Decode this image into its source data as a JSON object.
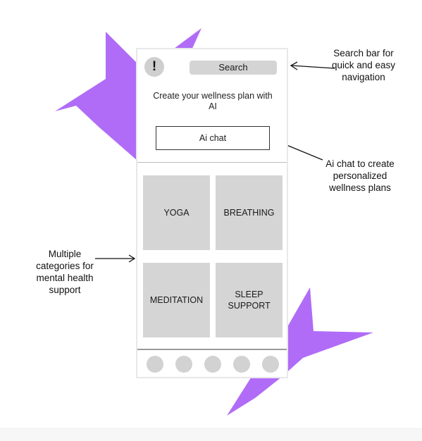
{
  "phone": {
    "alert_icon": "!",
    "search_label": "Search",
    "headline": "Create your wellness plan with AI",
    "ai_chat_label": "Ai chat",
    "categories": [
      "YOGA",
      "BREATHING",
      "MEDITATION",
      "SLEEP SUPPORT"
    ],
    "nav_items": 5
  },
  "annotations": {
    "search": "Search bar for quick and easy navigation",
    "ai_chat": "Ai chat to create personalized wellness plans",
    "categories": "Multiple categories for mental health support"
  },
  "colors": {
    "star": "#b06cf7",
    "tile": "#d5d5d5",
    "search_bar": "#d4d4d4"
  },
  "icons": {
    "alert": "exclamation-icon",
    "arrows": "arrow-icon"
  }
}
